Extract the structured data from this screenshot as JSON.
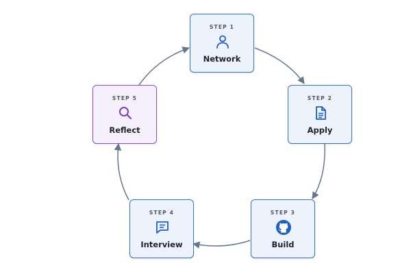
{
  "diagram": {
    "colors": {
      "accent_blue": "#1f5fc4",
      "accent_purple": "#7a3fc8",
      "edge": "#66758a"
    },
    "steps": [
      {
        "label": "STEP 1",
        "title": "Network",
        "icon": "person-icon"
      },
      {
        "label": "STEP 2",
        "title": "Apply",
        "icon": "document-icon"
      },
      {
        "label": "STEP 3",
        "title": "Build",
        "icon": "github-icon"
      },
      {
        "label": "STEP 4",
        "title": "Interview",
        "icon": "chat-icon"
      },
      {
        "label": "STEP 5",
        "title": "Reflect",
        "icon": "search-icon"
      }
    ]
  }
}
